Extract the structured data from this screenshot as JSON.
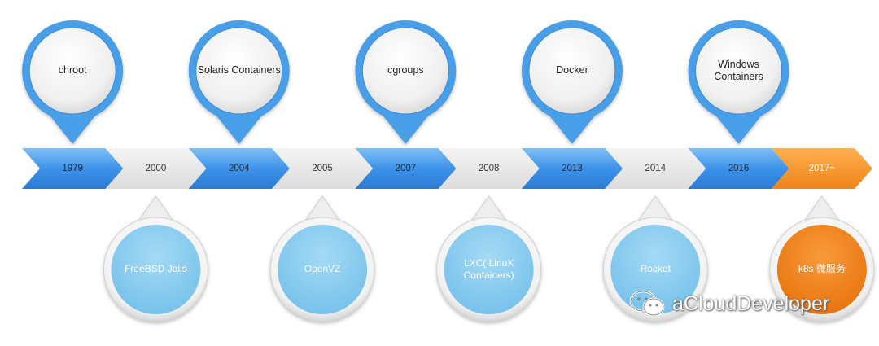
{
  "years": [
    {
      "label": "1979",
      "style": "blue"
    },
    {
      "label": "2000",
      "style": "gray"
    },
    {
      "label": "2004",
      "style": "blue"
    },
    {
      "label": "2005",
      "style": "gray"
    },
    {
      "label": "2007",
      "style": "blue"
    },
    {
      "label": "2008",
      "style": "gray"
    },
    {
      "label": "2013",
      "style": "blue"
    },
    {
      "label": "2014",
      "style": "gray"
    },
    {
      "label": "2016",
      "style": "blue"
    },
    {
      "label": "2017~",
      "style": "orange"
    }
  ],
  "top_pins": [
    {
      "label": "chroot",
      "year": "1979"
    },
    {
      "label": "Solaris Containers",
      "year": "2004"
    },
    {
      "label": "cgroups",
      "year": "2007"
    },
    {
      "label": "Docker",
      "year": "2013"
    },
    {
      "label": "Windows Containers",
      "year": "2016"
    }
  ],
  "bottom_bubbles": [
    {
      "label": "FreeBSD Jails",
      "year": "2000",
      "style": "blue"
    },
    {
      "label": "OpenVZ",
      "year": "2005",
      "style": "blue"
    },
    {
      "label": "LXC( LinuX Containers)",
      "year": "2008",
      "style": "blue"
    },
    {
      "label": "Rocket",
      "year": "2014",
      "style": "blue"
    },
    {
      "label": "k8s 微服务",
      "year": "2017~",
      "style": "orange"
    }
  ],
  "watermark": {
    "text": "aCloudDeveloper",
    "icon": "wechat-icon"
  },
  "colors": {
    "blue": "#3d92e8",
    "blue_light": "#6db4f5",
    "gray": "#e6e6e6",
    "orange": "#f08a1c",
    "pin_ring": "#4a9ee8",
    "bubble_blue": "#8fd0f0",
    "bubble_orange": "#f07f12"
  }
}
